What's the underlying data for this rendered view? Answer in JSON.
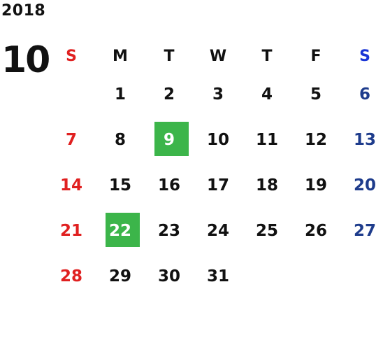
{
  "year": "2018",
  "month": "10",
  "colors": {
    "sunday": "#e02020",
    "saturday_header": "#1a35d6",
    "saturday": "#1e3c8c",
    "weekday": "#111111",
    "highlight": "#3cb54a",
    "highlight_text": "#ffffff"
  },
  "weekdays": [
    "S",
    "M",
    "T",
    "W",
    "T",
    "F",
    "S"
  ],
  "weeks": [
    [
      "",
      "1",
      "2",
      "3",
      "4",
      "5",
      "6"
    ],
    [
      "7",
      "8",
      "9",
      "10",
      "11",
      "12",
      "13"
    ],
    [
      "14",
      "15",
      "16",
      "17",
      "18",
      "19",
      "20"
    ],
    [
      "21",
      "22",
      "23",
      "24",
      "25",
      "26",
      "27"
    ],
    [
      "28",
      "29",
      "30",
      "31",
      "",
      "",
      ""
    ]
  ],
  "highlighted_days": [
    "9",
    "22"
  ]
}
